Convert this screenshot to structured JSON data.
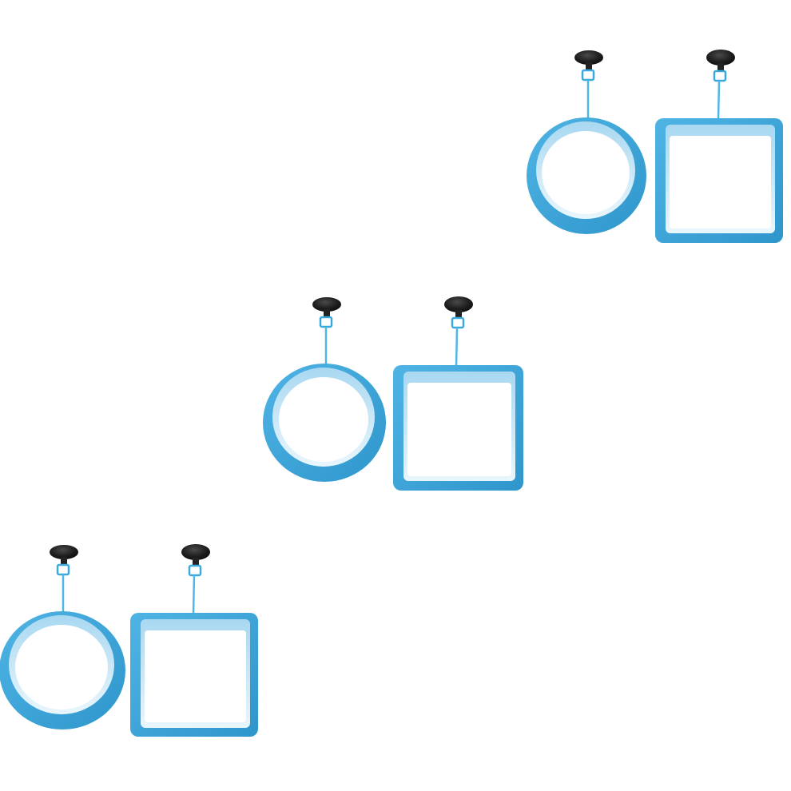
{
  "image": {
    "background_color": "#ffffff",
    "description_hidden": true
  },
  "product": {
    "set_count": 3,
    "items_per_set": [
      "round-ring",
      "square-ring"
    ],
    "ring_color": "#3da9dc",
    "ring_inner_color": "#b9dff4",
    "suction_cup_color": "#1c1c1c",
    "string_color": "#4fb6e6"
  }
}
